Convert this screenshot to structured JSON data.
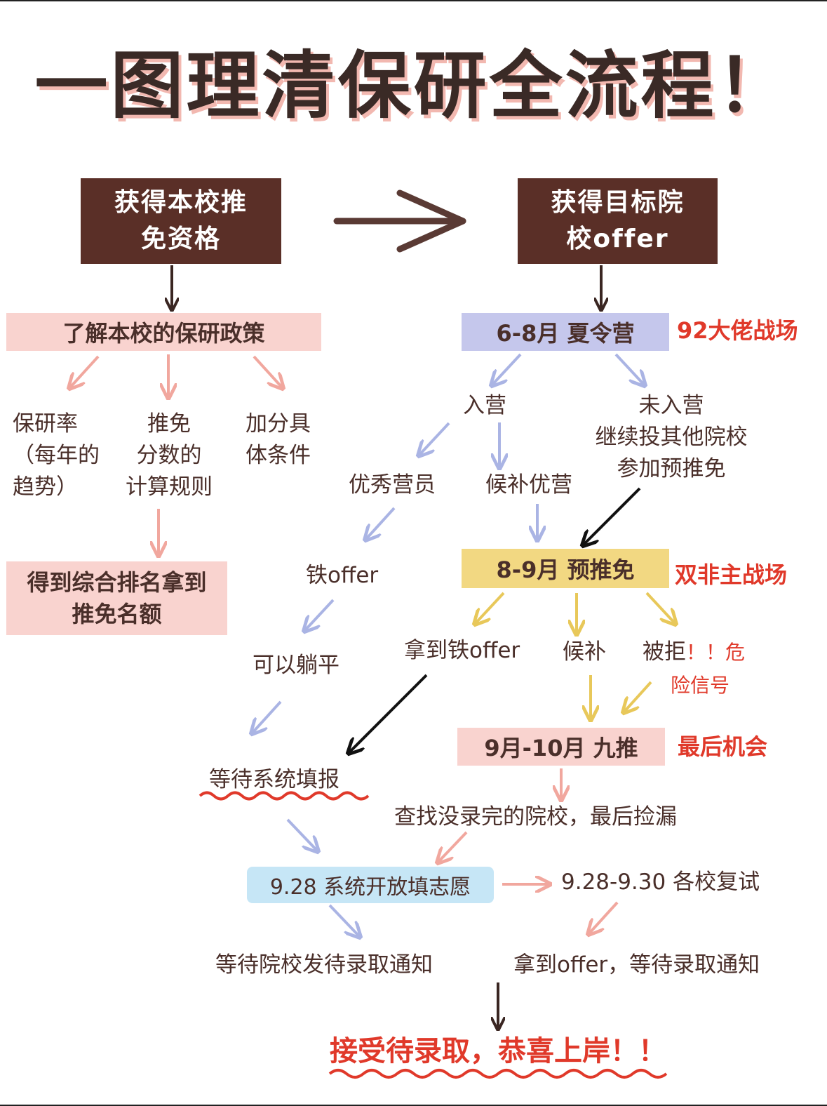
{
  "title": "一图理清保研全流程！",
  "boxes": {
    "home_qualification": "获得本校推\n免资格",
    "target_offer": "获得目标院\n校offer",
    "policy": "了解本校的保研政策",
    "summer_camp": "6-8月 夏令营",
    "pre_recommend": "8-9月 预推免",
    "nine_push": "9月-10月 九推",
    "ranking_quota": "得到综合排名拿到\n推免名额",
    "system_open": "9.28 系统开放填志愿"
  },
  "left_items": {
    "rate": "保研率\n（每年的\n趋势）",
    "score": "推免\n分数的\n计算规则",
    "bonus": "加分具\n体条件"
  },
  "nodes": {
    "enter_camp": "入营",
    "not_enter": "未入营\n继续投其他院校\n参加预推免",
    "excellent": "优秀营员",
    "waitlist_excellent": "候补优营",
    "iron_offer": "铁offer",
    "lie_flat": "可以躺平",
    "got_iron_offer": "拿到铁offer",
    "waitlist": "候补",
    "rejected": "被拒",
    "wait_system": "等待系统填报",
    "find_schools": "查找没录完的院校，最后捡漏",
    "retest": "9.28-9.30 各校复试",
    "wait_notice": "等待院校发待录取通知",
    "got_offer_wait": "拿到offer，等待录取通知",
    "final": "接受待录取，恭喜上岸！！"
  },
  "annotations": {
    "summer": "92大佬战场",
    "pre": "双非主战场",
    "nine": "最后机会",
    "danger_marks": "！！危",
    "danger_rest": "险信号"
  },
  "colors": {
    "brown": "#5a2f27",
    "pink": "#f9d3cf",
    "blue": "#c5c7ec",
    "yellow": "#f2d882",
    "cyan": "#c6e6f6",
    "red": "#e0392a"
  }
}
